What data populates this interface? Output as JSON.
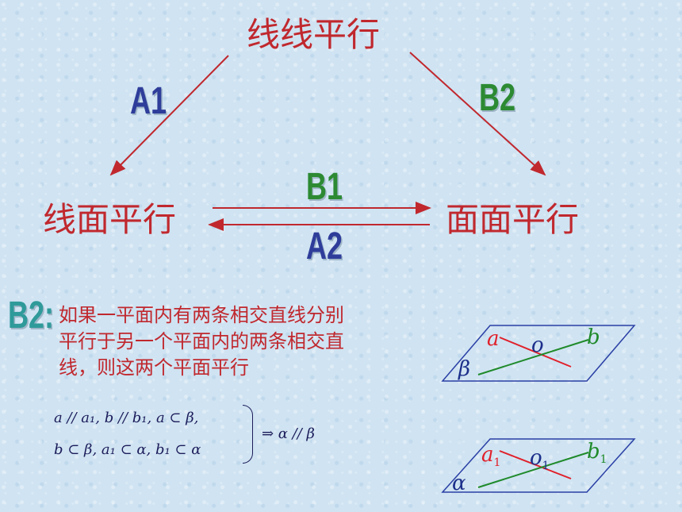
{
  "nodes": {
    "top": "线线平行",
    "left": "线面平行",
    "right": "面面平行"
  },
  "arrows": {
    "a1": "A1",
    "b2": "B2",
    "b1": "B1",
    "a2": "A2"
  },
  "theorem": {
    "tag": "B2:",
    "text": "如果一平面内有两条相交直线分别平行于另一个平面内的两条相交直线，则这两个平面平行",
    "math_line1": "a // a₁, b // b₁, a ⊂ β,",
    "math_line2": "b ⊂ β, a₁ ⊂ α, b₁ ⊂ α",
    "math_conclusion": "⇒ α // β"
  },
  "diagram_top": {
    "line_a": "a",
    "point_o": "o",
    "line_b": "b",
    "plane": "β"
  },
  "diagram_bottom": {
    "line_a": "a",
    "line_a_sub": "1",
    "point_o": "o",
    "point_o_sub": "1",
    "line_b": "b",
    "line_b_sub": "1",
    "plane": "α"
  },
  "colors": {
    "title_red": "#c0282e",
    "arrow_red": "#c0282e",
    "label_blue": "#2e3d9a",
    "label_green": "#2c8a33",
    "plane_blue": "#2a3fa5"
  }
}
